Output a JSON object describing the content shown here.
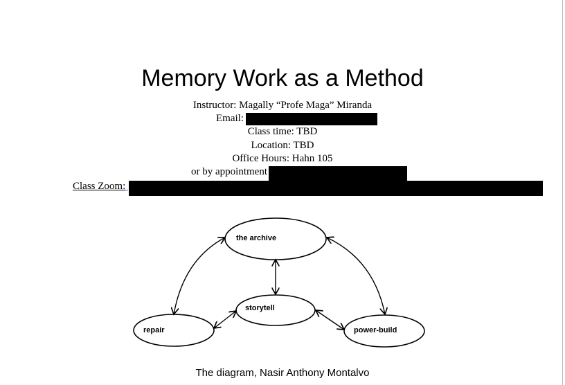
{
  "title": "Memory Work as a Method",
  "instructor": "Instructor: Magally “Profe Maga” Miranda",
  "email_label": "Email:",
  "class_time": "Class time: TBD",
  "location": "Location: TBD",
  "office_hours": "Office Hours: Hahn 105",
  "appointment": "or by appointment",
  "zoom_label": "Class Zoom:",
  "diagram": {
    "nodes": {
      "archive": "the archive",
      "storytell": "storytell",
      "repair": "repair",
      "power": "power-build"
    }
  },
  "caption": "The diagram, Nasir Anthony Montalvo"
}
